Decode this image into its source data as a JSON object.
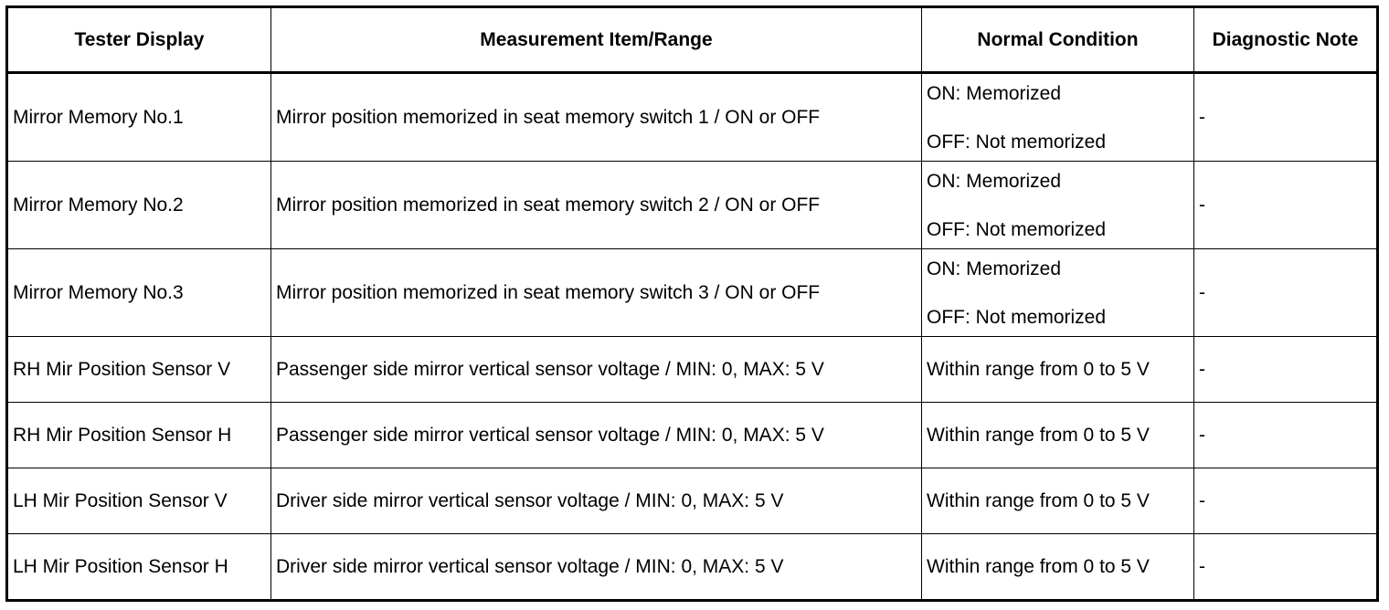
{
  "table": {
    "headers": [
      "Tester Display",
      "Measurement Item/Range",
      "Normal Condition",
      "Diagnostic Note"
    ],
    "rows": [
      {
        "display": "Mirror Memory No.1",
        "measurement": "Mirror position memorized in seat memory switch 1 / ON or OFF",
        "condition_on": "ON: Memorized",
        "condition_off": "OFF: Not memorized",
        "note": "-"
      },
      {
        "display": "Mirror Memory No.2",
        "measurement": "Mirror position memorized in seat memory switch 2 / ON or OFF",
        "condition_on": "ON: Memorized",
        "condition_off": "OFF: Not memorized",
        "note": "-"
      },
      {
        "display": "Mirror Memory No.3",
        "measurement": "Mirror position memorized in seat memory switch 3 / ON or OFF",
        "condition_on": "ON: Memorized",
        "condition_off": "OFF: Not memorized",
        "note": "-"
      },
      {
        "display": "RH Mir Position Sensor V",
        "measurement": "Passenger side mirror vertical sensor voltage / MIN: 0, MAX: 5 V",
        "condition": "Within range from 0 to 5 V",
        "note": "-"
      },
      {
        "display": "RH Mir Position Sensor H",
        "measurement": "Passenger side mirror vertical sensor voltage / MIN: 0, MAX: 5 V",
        "condition": "Within range from 0 to 5 V",
        "note": "-"
      },
      {
        "display": "LH Mir Position Sensor V",
        "measurement": "Driver side mirror vertical sensor voltage / MIN: 0, MAX: 5 V",
        "condition": "Within range from 0 to 5 V",
        "note": "-"
      },
      {
        "display": "LH Mir Position Sensor H",
        "measurement": "Driver side mirror vertical sensor voltage / MIN: 0, MAX: 5 V",
        "condition": "Within range from 0 to 5 V",
        "note": "-"
      }
    ]
  }
}
